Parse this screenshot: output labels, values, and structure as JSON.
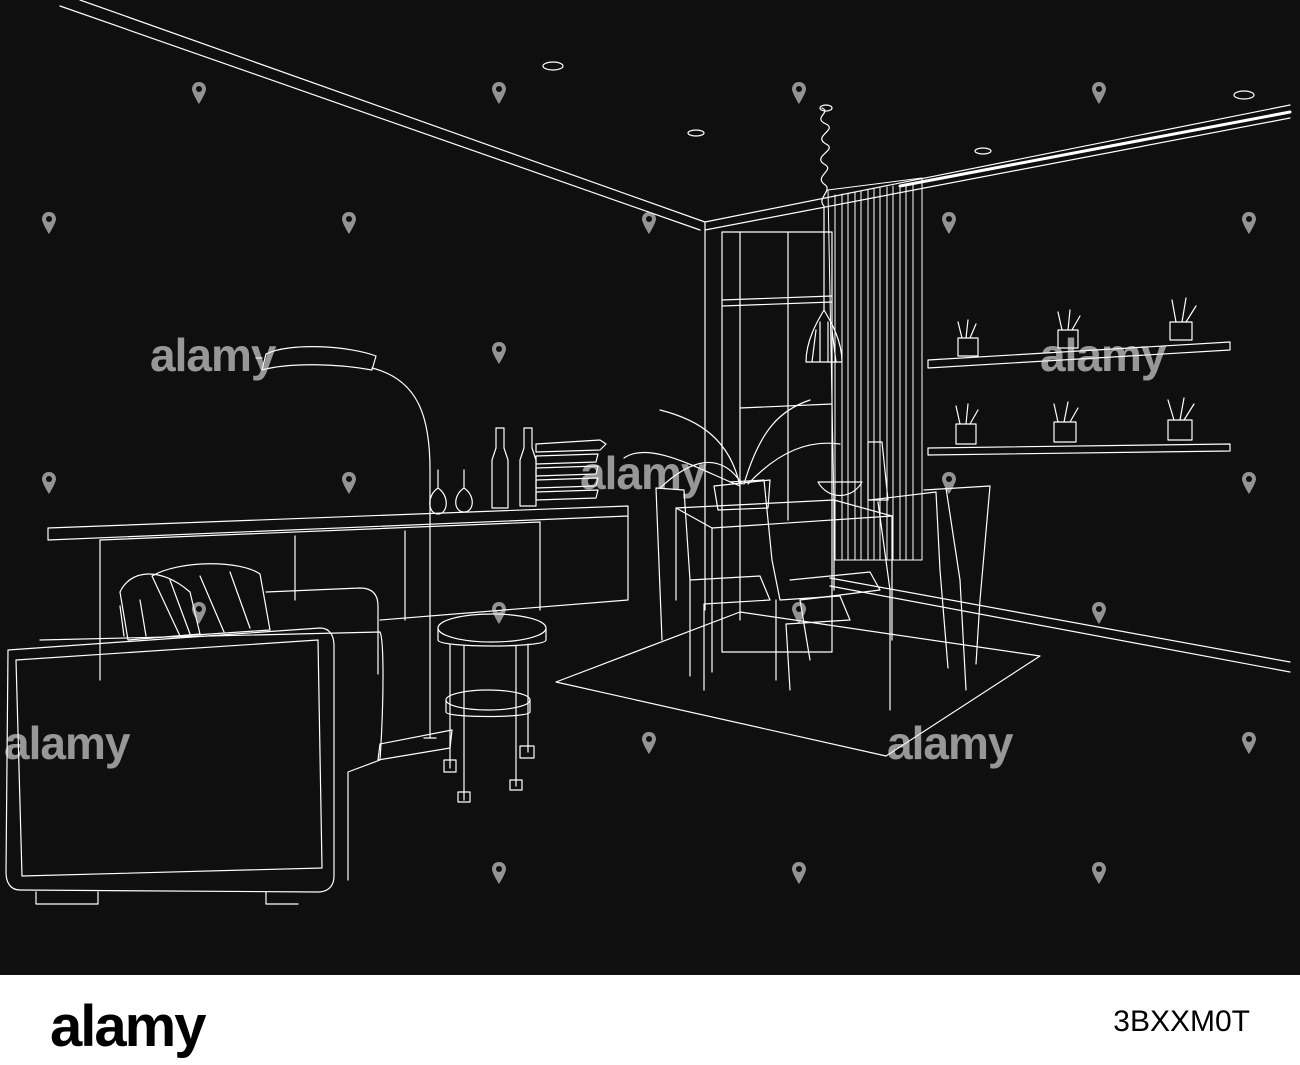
{
  "colors": {
    "background": "#0f0f0f",
    "line": "#ffffff",
    "watermark": "#ebebeb",
    "footer_bg": "#ffffff",
    "footer_text": "#000000"
  },
  "watermark": {
    "text": "alamy"
  },
  "footer": {
    "logo_text": "alamy",
    "image_id": "3BXXM0T"
  },
  "icons": {
    "pin": "map-pin-icon"
  }
}
